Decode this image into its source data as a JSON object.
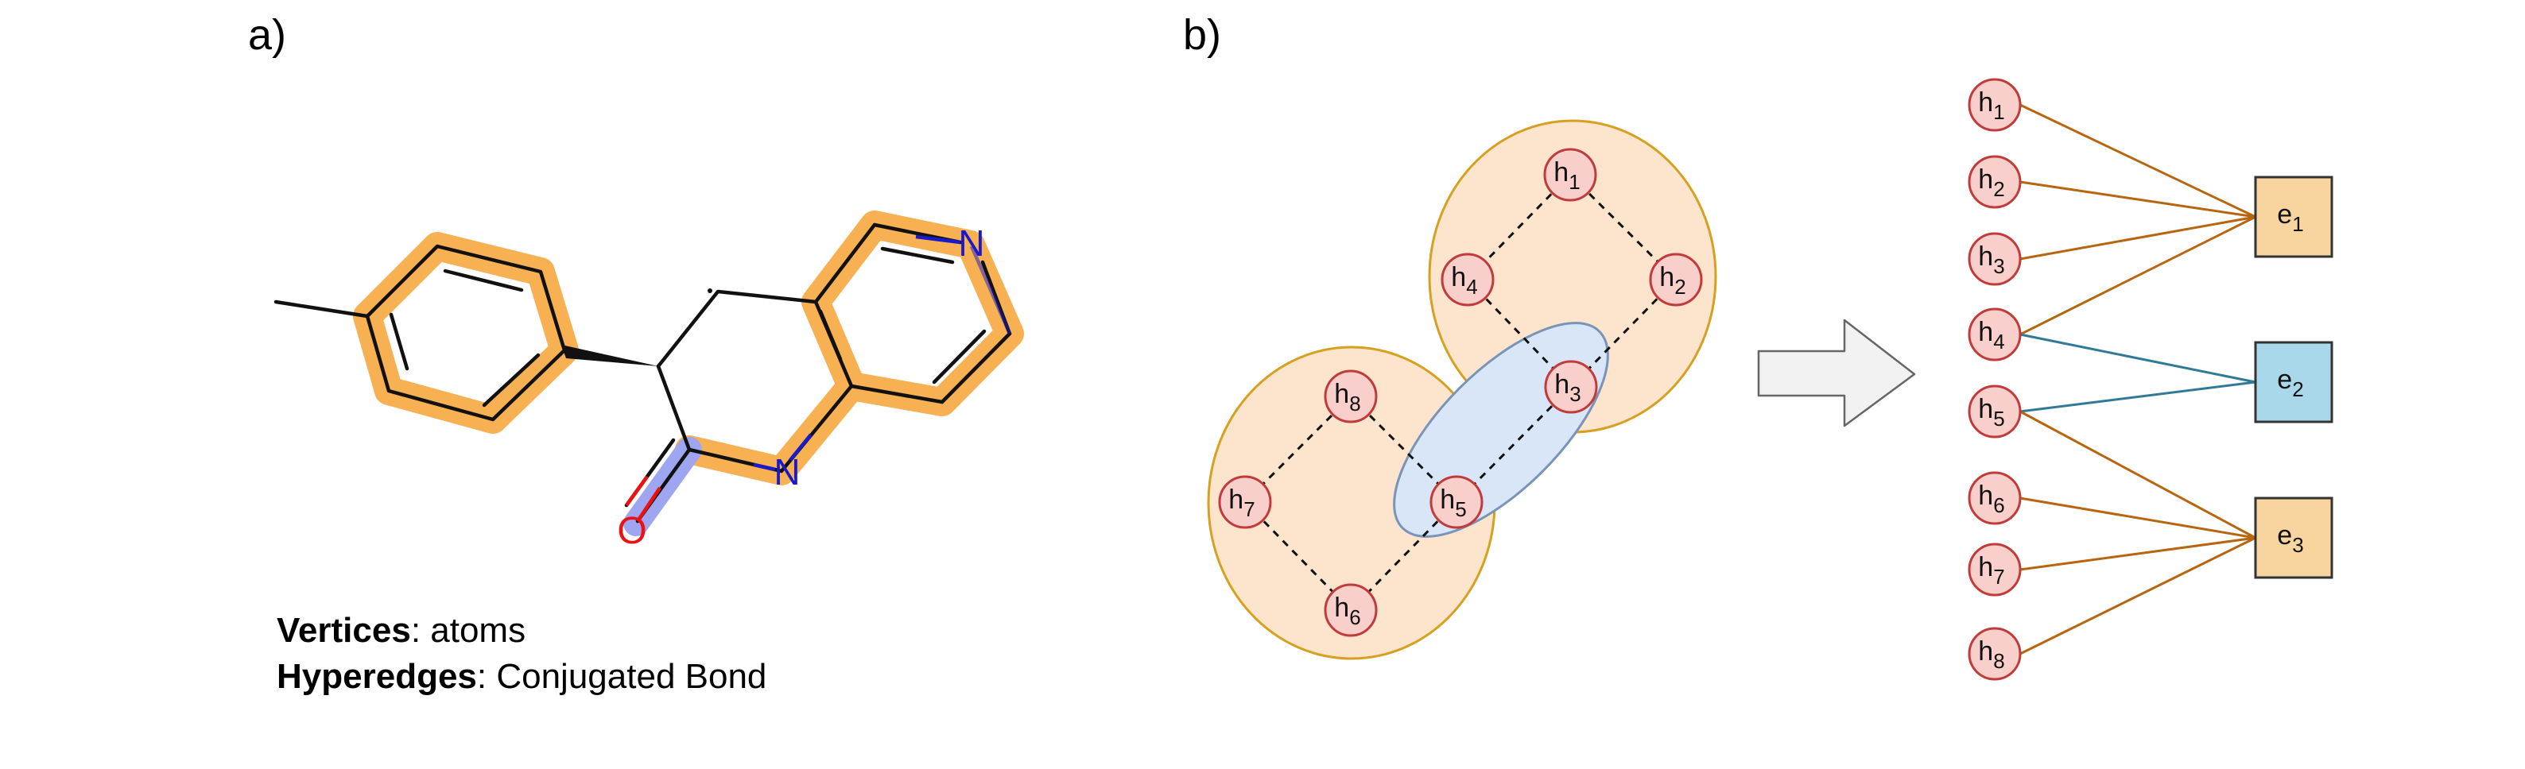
{
  "panel_a": {
    "label": "a)",
    "atoms": {
      "n_top": "N",
      "n_bottom": "N",
      "o": "O"
    },
    "legend": {
      "vertices_term": "Vertices",
      "vertices_desc": ": atoms",
      "hyperedges_term": "Hyperedges",
      "hyperedges_desc": ": Conjugated Bond"
    }
  },
  "panel_b": {
    "label": "b)",
    "node_base": "h",
    "hyperedge_base": "e",
    "left_nodes": [
      {
        "id": "h1",
        "sub": "1"
      },
      {
        "id": "h2",
        "sub": "2"
      },
      {
        "id": "h3",
        "sub": "3"
      },
      {
        "id": "h4",
        "sub": "4"
      },
      {
        "id": "h5",
        "sub": "5"
      },
      {
        "id": "h6",
        "sub": "6"
      },
      {
        "id": "h7",
        "sub": "7"
      },
      {
        "id": "h8",
        "sub": "8"
      }
    ],
    "right_nodes": [
      {
        "id": "h1",
        "sub": "1"
      },
      {
        "id": "h2",
        "sub": "2"
      },
      {
        "id": "h3",
        "sub": "3"
      },
      {
        "id": "h4",
        "sub": "4"
      },
      {
        "id": "h5",
        "sub": "5"
      },
      {
        "id": "h6",
        "sub": "6"
      },
      {
        "id": "h7",
        "sub": "7"
      },
      {
        "id": "h8",
        "sub": "8"
      }
    ],
    "hyperedges": [
      {
        "id": "e1",
        "sub": "1",
        "members": [
          "h1",
          "h2",
          "h3",
          "h4"
        ],
        "color": "#f8d49f"
      },
      {
        "id": "e2",
        "sub": "2",
        "members": [
          "h4",
          "h5"
        ],
        "color": "#a9d8ea"
      },
      {
        "id": "e3",
        "sub": "3",
        "members": [
          "h5",
          "h6",
          "h7",
          "h8"
        ],
        "color": "#f8d49f"
      }
    ]
  },
  "colors": {
    "highlight_orange": "#f7b052",
    "highlight_blue": "#9ea6f2",
    "nitrogen": "#1a1acc",
    "oxygen": "#ee1111",
    "node_fill": "#f8cfcb",
    "node_stroke": "#c23b3b",
    "hull_orange": "#fde4cc",
    "hull_orange_stroke": "#d6a020",
    "hull_blue": "#d8e6f7",
    "hull_blue_stroke": "#7894b8",
    "edge_orange": "#b8650f",
    "edge_blue": "#2f7a99",
    "arrow_fill": "#f2f2f2"
  }
}
